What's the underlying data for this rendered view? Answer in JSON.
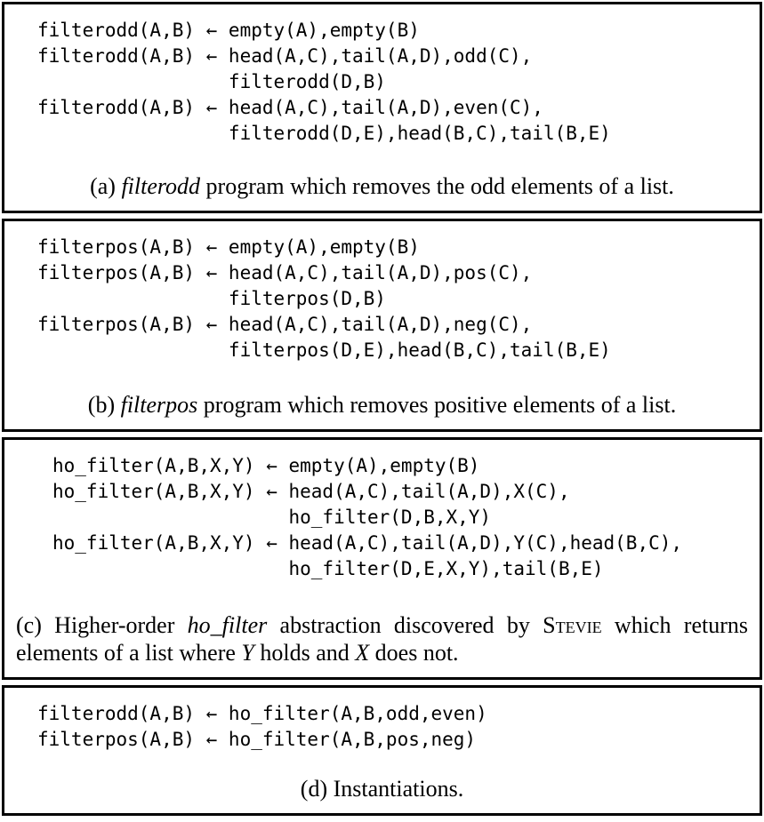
{
  "figure": {
    "panels": [
      {
        "id": "a",
        "code": [
          "filterodd(A,B) ← empty(A),empty(B)",
          "filterodd(A,B) ← head(A,C),tail(A,D),odd(C),",
          "                 filterodd(D,B)",
          "filterodd(A,B) ← head(A,C),tail(A,D),even(C),",
          "                 filterodd(D,E),head(B,C),tail(B,E)"
        ],
        "caption": {
          "segments": [
            {
              "text": "(a) ",
              "style": "roman"
            },
            {
              "text": "filterodd",
              "style": "italic"
            },
            {
              "text": " program which removes the odd elements of a list.",
              "style": "roman"
            }
          ]
        }
      },
      {
        "id": "b",
        "code": [
          "filterpos(A,B) ← empty(A),empty(B)",
          "filterpos(A,B) ← head(A,C),tail(A,D),pos(C),",
          "                 filterpos(D,B)",
          "filterpos(A,B) ← head(A,C),tail(A,D),neg(C),",
          "                 filterpos(D,E),head(B,C),tail(B,E)"
        ],
        "caption": {
          "segments": [
            {
              "text": "(b) ",
              "style": "roman"
            },
            {
              "text": "filterpos",
              "style": "italic"
            },
            {
              "text": " program which removes positive elements of a list.",
              "style": "roman"
            }
          ]
        }
      },
      {
        "id": "c",
        "code": [
          "ho_filter(A,B,X,Y) ← empty(A),empty(B)",
          "ho_filter(A,B,X,Y) ← head(A,C),tail(A,D),X(C),",
          "                     ho_filter(D,B,X,Y)",
          "ho_filter(A,B,X,Y) ← head(A,C),tail(A,D),Y(C),head(B,C),",
          "                     ho_filter(D,E,X,Y),tail(B,E)"
        ],
        "caption": {
          "segments": [
            {
              "text": "(c) Higher-order ",
              "style": "roman"
            },
            {
              "text": "ho_filter",
              "style": "italic"
            },
            {
              "text": " abstraction discovered by ",
              "style": "roman"
            },
            {
              "text": "Stevie",
              "style": "smallcaps"
            },
            {
              "text": " which returns elements of a list where ",
              "style": "roman"
            },
            {
              "text": "Y",
              "style": "italic"
            },
            {
              "text": " holds and ",
              "style": "roman"
            },
            {
              "text": "X",
              "style": "italic"
            },
            {
              "text": " does not.",
              "style": "roman"
            }
          ]
        }
      },
      {
        "id": "d",
        "code": [
          "filterodd(A,B) ← ho_filter(A,B,odd,even)",
          "filterpos(A,B) ← ho_filter(A,B,pos,neg)"
        ],
        "caption": {
          "segments": [
            {
              "text": "(d) Instantiations.",
              "style": "roman"
            }
          ]
        }
      }
    ]
  },
  "colors": {
    "text": "#000000",
    "background": "#ffffff",
    "border": "#000000"
  }
}
